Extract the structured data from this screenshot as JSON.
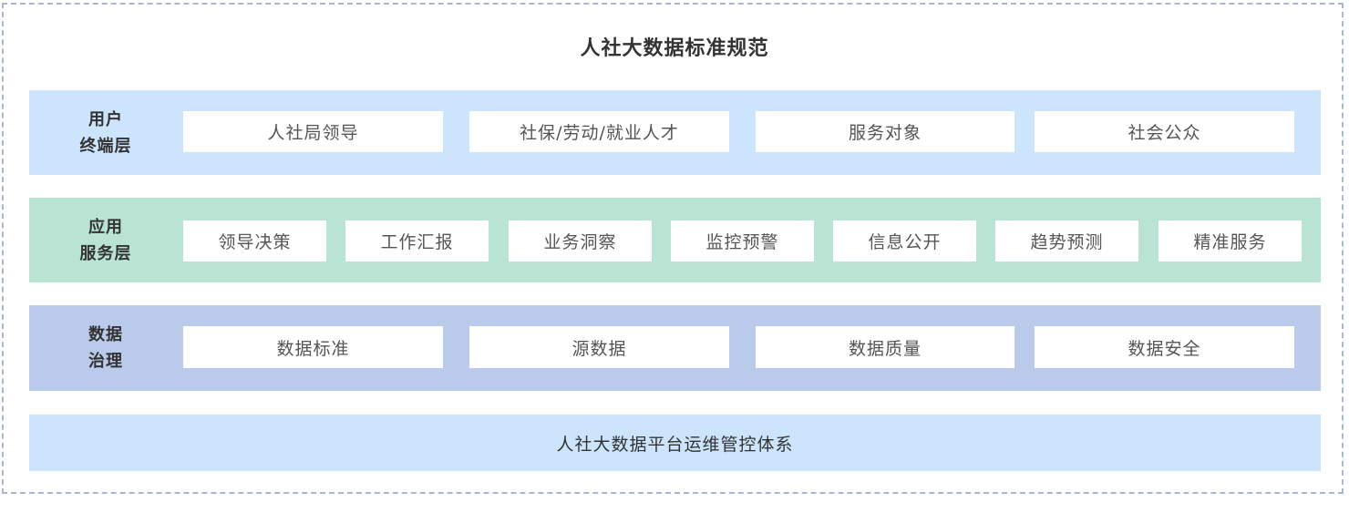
{
  "title": "人社大数据标准规范",
  "colors": {
    "border": "#a9b8d2",
    "user_layer": "#cce5fc",
    "app_layer": "#b9e4d3",
    "governance_layer": "#b9caea",
    "ops_layer": "#cce5fc"
  },
  "layers": [
    {
      "label_line1": "用户",
      "label_line2": "终端层",
      "items": [
        "人社局领导",
        "社保/劳动/就业人才",
        "服务对象",
        "社会公众"
      ]
    },
    {
      "label_line1": "应用",
      "label_line2": "服务层",
      "items": [
        "领导决策",
        "工作汇报",
        "业务洞察",
        "监控预警",
        "信息公开",
        "趋势预测",
        "精准服务"
      ]
    },
    {
      "label_line1": "数据",
      "label_line2": "治理",
      "items": [
        "数据标准",
        "源数据",
        "数据质量",
        "数据安全"
      ]
    }
  ],
  "footer_layer": {
    "label": "人社大数据平台运维管控体系"
  }
}
